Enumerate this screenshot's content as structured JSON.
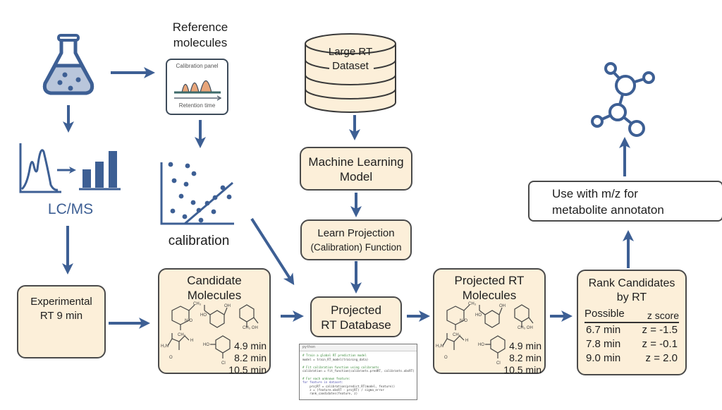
{
  "reference": {
    "title_line1": "Reference",
    "title_line2": "molecules",
    "panel_title": "Calibration panel",
    "panel_axis": "Retention time"
  },
  "lcms": {
    "label": "LC/MS"
  },
  "calibration": {
    "label": "calibration"
  },
  "dataset": {
    "line1": "Large RT",
    "line2": "Dataset"
  },
  "ml_model": {
    "line1": "Machine Learning",
    "line2": "Model"
  },
  "projection_fn": {
    "line1": "Learn Projection",
    "line2": "(Calibration) Function"
  },
  "experimental": {
    "line1": "Experimental",
    "line2": "RT 9 min"
  },
  "candidates": {
    "line1": "Candidate",
    "line2": "Molecules",
    "times": [
      "4.9 min",
      "8.2 min",
      "10.5 min"
    ]
  },
  "projected_db": {
    "line1": "Projected",
    "line2": "RT Database"
  },
  "projected_molecules": {
    "line1": "Projected  RT",
    "line2": "Molecules",
    "times": [
      "4.9 min",
      "8.2 min",
      "10.5 min"
    ]
  },
  "rank": {
    "line1": "Rank Candidates",
    "line2": "by RT",
    "col1": "Possible",
    "col2": "z score",
    "rows": [
      {
        "rt": "6.7 min",
        "z": "z = -1.5"
      },
      {
        "rt": "7.8 min",
        "z": "z = -0.1"
      },
      {
        "rt": "9.0 min",
        "z": "z = 2.0"
      }
    ]
  },
  "annotation": {
    "line1": "Use with m/z for",
    "line2": "metabolite annotaton"
  },
  "code": {
    "language": "python",
    "lines": [
      {
        "t": "# Train a global RT prediction model",
        "c": "cm"
      },
      {
        "t": "model = train_RT_model(training_data)",
        "c": ""
      },
      {
        "t": "",
        "c": ""
      },
      {
        "t": "# Fit calibration function using calibrants",
        "c": "cm"
      },
      {
        "t": "calibration = fit_function(calibrants.predRT, calibrants.obsRT)",
        "c": ""
      },
      {
        "t": "",
        "c": ""
      },
      {
        "t": "# For each unknown feature:",
        "c": "cm"
      },
      {
        "t": "for feature in dataset:",
        "c": "kw"
      },
      {
        "t": "    projRT = calibration(predict_RT(model, feature))",
        "c": ""
      },
      {
        "t": "    z = (feature.obsRT - projRT) / sigma_error",
        "c": ""
      },
      {
        "t": "    rank_candidates(feature, z)",
        "c": ""
      }
    ]
  },
  "colors": {
    "accent_blue": "#3d5f94",
    "box_fill": "#fcefd9",
    "peak_orange": "#e8a57a",
    "flask_liquid": "#b9c6db"
  }
}
